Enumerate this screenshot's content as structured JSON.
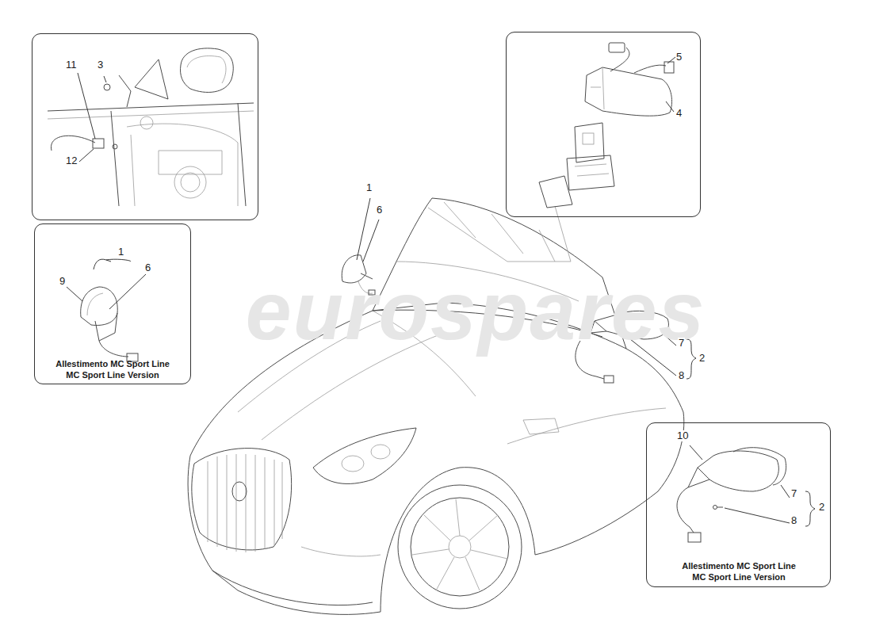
{
  "diagram": {
    "nodes": [
      {
        "text": [
          "11",
          "3",
          "12"
        ]
      },
      {
        "text": [
          "5",
          "4"
        ]
      },
      {
        "text": [
          "9",
          "1",
          "6",
          "Allestimento MC Sport Line",
          "MC Sport Line Version"
        ]
      },
      {
        "text": [
          "10",
          "7",
          "2",
          "8",
          "Allestimento MC Sport Line",
          "MC Sport Line Version"
        ]
      }
    ],
    "labels": [
      "eurospares",
      "1",
      "6",
      "7",
      "2",
      "8"
    ]
  }
}
